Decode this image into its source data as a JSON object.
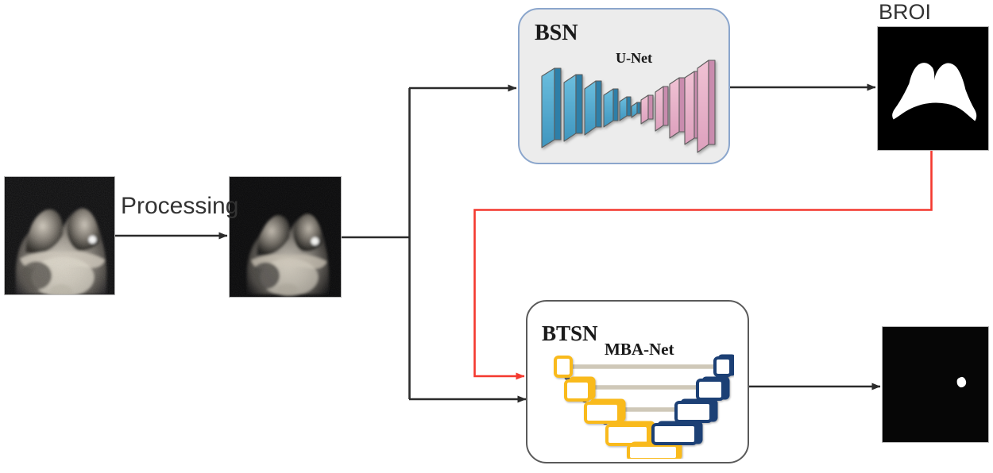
{
  "diagram": {
    "title": "Breast MRI segmentation pipeline",
    "type": "flow-diagram"
  },
  "labels": {
    "processing": "Processing",
    "broi": "BROI",
    "bsn": "BSN",
    "unet": "U-Net",
    "btsn": "BTSN",
    "mbanet": "MBA-Net"
  },
  "nodes": {
    "input_image": {
      "name": "breast-mri-slice-raw",
      "caption": ""
    },
    "processed_image": {
      "name": "breast-mri-slice-processed",
      "caption": ""
    },
    "bsn_box": {
      "label": "BSN",
      "model": "U-Net"
    },
    "btsn_box": {
      "label": "BTSN",
      "model": "MBA-Net"
    },
    "broi_output": {
      "label": "BROI",
      "caption": "BROI"
    },
    "tumor_output": {
      "label": "",
      "caption": ""
    }
  },
  "colors": {
    "bsn_border": "#8ba6cc",
    "bsn_fill": "#ececec",
    "btsn_border": "#5a5a5a",
    "btsn_fill": "#ffffff",
    "arrow_black": "#2b2b2b",
    "arrow_red": "#f4392f",
    "unet_encoder": "#54a9ce",
    "unet_decoder": "#e8b3ca",
    "mba_encoder": "#f9ba1d",
    "mba_decoder": "#1f3f74",
    "skip_line": "#cfc8b8"
  },
  "unet_layers": {
    "encoder_count": 6,
    "decoder_count": 6,
    "encoder_color": "#54a9ce",
    "decoder_color": "#e8b3ca"
  },
  "mbanet_layers": {
    "levels": 5,
    "encoder_color": "#f9ba1d",
    "decoder_color": "#1f3f74",
    "skip_connections": 4
  },
  "connections": [
    {
      "from": "input_image",
      "to": "processed_image",
      "style": "black-arrow",
      "label": "Processing"
    },
    {
      "from": "processed_image",
      "to": "bsn_box",
      "style": "black-arrow",
      "label": ""
    },
    {
      "from": "processed_image",
      "to": "btsn_box",
      "style": "black-arrow",
      "label": ""
    },
    {
      "from": "bsn_box",
      "to": "broi_output",
      "style": "black-arrow",
      "label": ""
    },
    {
      "from": "broi_output",
      "to": "btsn_box",
      "style": "red-arrow",
      "label": ""
    },
    {
      "from": "btsn_box",
      "to": "tumor_output",
      "style": "black-arrow",
      "label": ""
    }
  ]
}
